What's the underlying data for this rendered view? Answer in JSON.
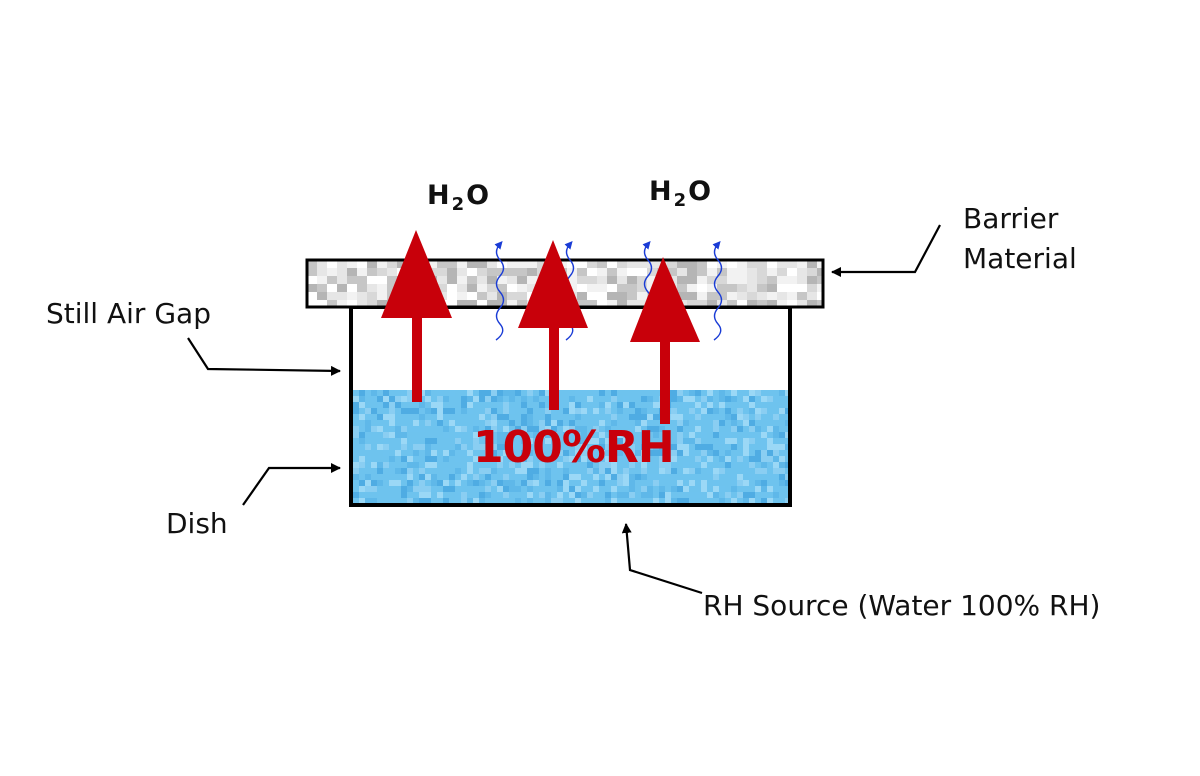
{
  "labels": {
    "formula_1": {
      "main": "H",
      "sub": "2",
      "end": "O"
    },
    "formula_2": {
      "main": "H",
      "sub": "2",
      "end": "O"
    },
    "barrier_line1": "Barrier",
    "barrier_line2": "Material",
    "air_gap": "Still Air Gap",
    "dish": "Dish",
    "rh_source": "RH Source (Water 100% RH)",
    "water_rh": "100%RH"
  },
  "colors": {
    "vapor_arrow": "#c8000a",
    "water": "#6ec3ee",
    "water_light": "#a3dcf7",
    "water_dark": "#4aa8e0",
    "barrier": "#d8d8d8",
    "barrier_light": "#f2f2f2",
    "barrier_dark": "#b5b5b5",
    "squiggle": "#1a3cd6",
    "outline": "#000000",
    "rh_text": "#c8000a"
  },
  "icons": {
    "vapor_arrows": "up-arrow-icon",
    "squiggles": "wavy-arrow-icon",
    "callout_arrows": "pointer-arrow-icon"
  }
}
